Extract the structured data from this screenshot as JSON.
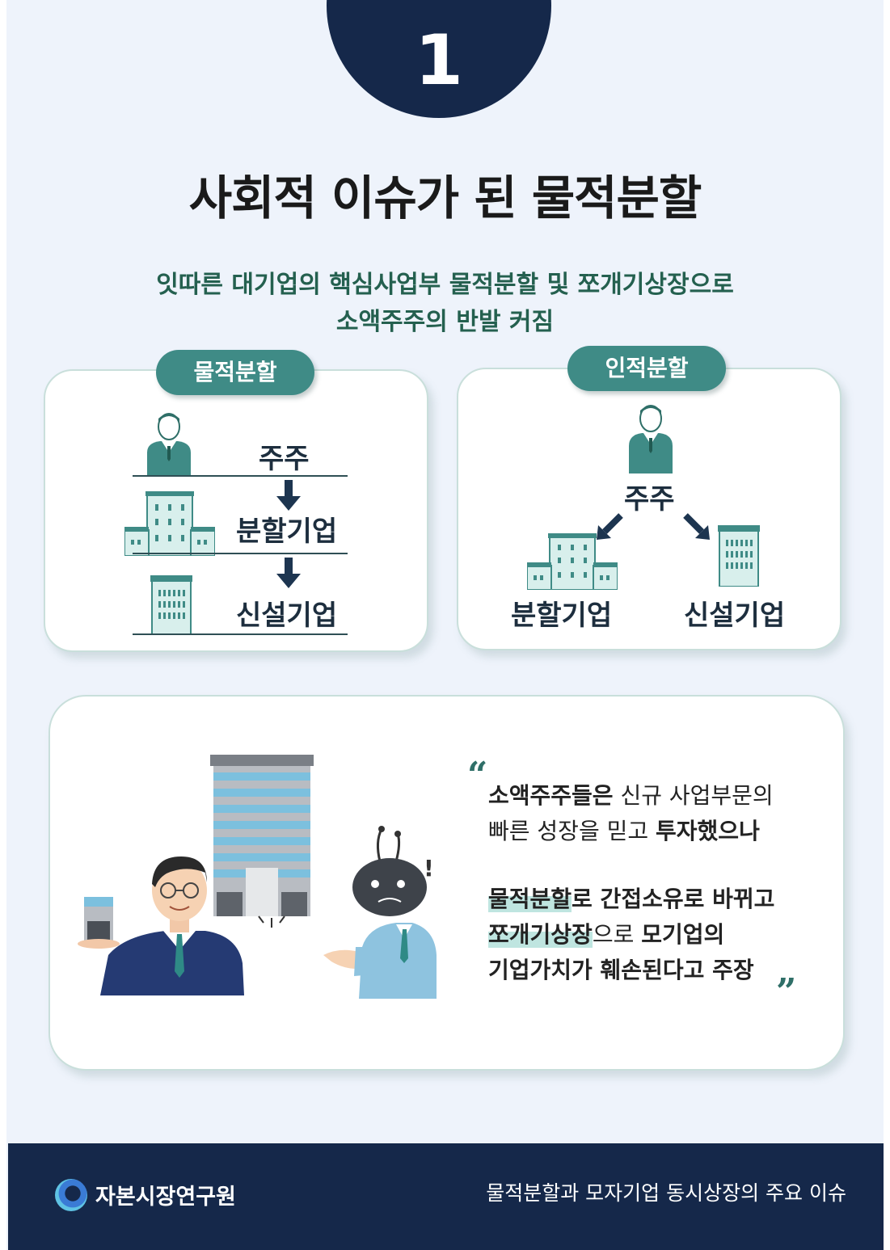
{
  "header": {
    "number": "1",
    "title": "사회적 이슈가 된 물적분할"
  },
  "subtitle": {
    "line1": "잇따른 대기업의 핵심사업부 물적분할 및 쪼개기상장으로",
    "line2": "소액주주의 반발 커짐"
  },
  "physical_split": {
    "label": "물적분할",
    "shareholder": "주주",
    "split_company": "분할기업",
    "new_company": "신설기업"
  },
  "personal_split": {
    "label": "인적분할",
    "shareholder": "주주",
    "split_company": "분할기업",
    "new_company": "신설기업"
  },
  "quote": {
    "open_mark": "“",
    "close_mark": "”",
    "l1_bold": "소액주주들은",
    "l1_rest": " 신규 사업부문의",
    "l2_rest": "빠른 성장을 믿고 ",
    "l2_bold": "투자했으나",
    "l3_hl": "물적분할",
    "l3_bold": "로 간접소유로 바뀌고",
    "l4_hl": "쪼개기상장",
    "l4_rest": "으로 ",
    "l4_bold": "모기업의",
    "l5_bold": "기업가치가 훼손된다고 주장"
  },
  "footer": {
    "org": "자본시장연구원",
    "title": "물적분할과 모자기업 동시상장의 주요 이슈"
  },
  "colors": {
    "navy": "#15284a",
    "teal": "#3f8b86",
    "subtitle_green": "#24604f",
    "card_border": "#c9dfdb",
    "page_bg": "#eef3fb"
  }
}
